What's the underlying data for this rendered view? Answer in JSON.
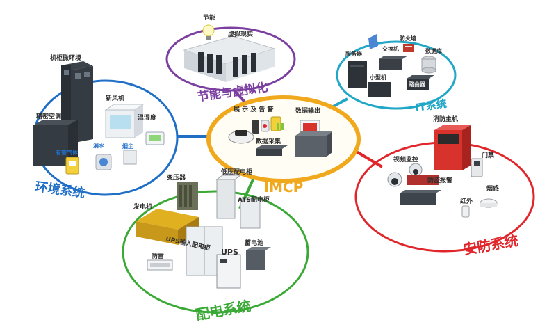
{
  "center": {
    "label": "IMCP"
  },
  "center_items": [
    "展 示 及 告 警",
    "数据输出",
    "数据采集"
  ],
  "systems": {
    "energy": {
      "title": "节能与虚拟化",
      "items": [
        "节能",
        "虚拟现实"
      ]
    },
    "it": {
      "title": "IT系统",
      "items": [
        "服务器",
        "交换机",
        "防火墙",
        "数据库",
        "小型机",
        "路由器"
      ]
    },
    "env": {
      "title": "环境系统",
      "items": [
        "机柜微环境",
        "精密空调",
        "新风机",
        "温湿度",
        "有害气体",
        "漏水",
        "烟尘"
      ]
    },
    "security": {
      "title": "安防系统",
      "items": [
        "消防主机",
        "视频监控",
        "门禁",
        "防盗报警",
        "红外",
        "烟感"
      ]
    },
    "power": {
      "title": "配电系统",
      "items": [
        "变压器",
        "低压配电柜",
        "ATS配电柜",
        "发电机",
        "UPS输入配电柜",
        "UPS",
        "蓄电池",
        "防雷"
      ]
    }
  },
  "colors": {
    "energy": "#7b3fa0",
    "it": "#20a6c6",
    "env": "#1f6fc6",
    "security": "#e0262b",
    "power": "#3aa936",
    "center": "#f0a81c"
  }
}
